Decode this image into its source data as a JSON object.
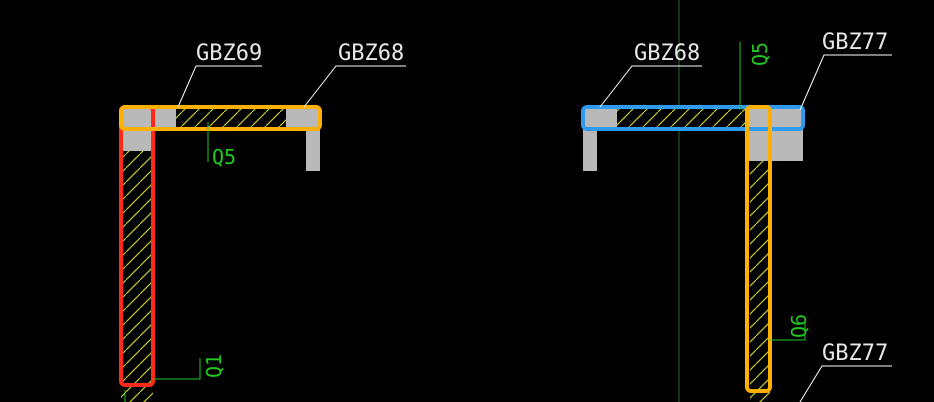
{
  "labels": {
    "gbz69": "GBZ69",
    "gbz68_left": "GBZ68",
    "gbz68_right": "GBZ68",
    "gbz77_top": "GBZ77",
    "gbz77_bottom": "GBZ77",
    "q5_left": "Q5",
    "q5_right": "Q5",
    "q1": "Q1",
    "q6": "Q6"
  },
  "colors": {
    "background": "#000000",
    "wall_hatch": "#c8c83a",
    "column_fill": "#b9b9b9",
    "leader_line": "#ffffff",
    "green_axis": "#22c822",
    "highlight_red": "#ff2a1a",
    "highlight_orange": "#ffb000",
    "highlight_blue": "#2f9bf0"
  }
}
